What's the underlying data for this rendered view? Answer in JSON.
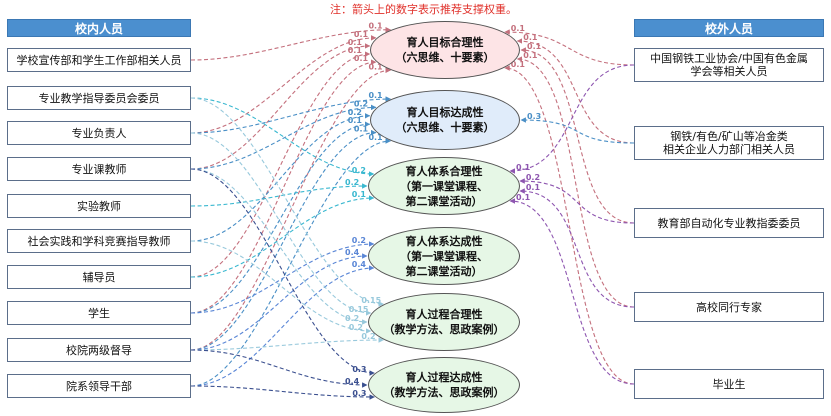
{
  "note": "注：箭头上的数字表示推荐支撑权重。",
  "left_header": "校内人员",
  "right_header": "校外人员",
  "left_boxes": [
    "学校宣传部和学生工作部相关人员",
    "专业教学指导委员会委员",
    "专业负责人",
    "专业课教师",
    "实验教师",
    "社会实践和学科竞赛指导教师",
    "辅导员",
    "学生",
    "校院两级督导",
    "院系领导干部"
  ],
  "right_boxes": [
    [
      "中国钢铁工业协会/中国有色金属",
      "学会等相关人员"
    ],
    [
      "钢铁/有色/矿山等冶金类",
      "相关企业人力部门相关人员"
    ],
    [
      "教育部自动化专业教指委委员"
    ],
    [
      "高校同行专家"
    ],
    [
      "毕业生"
    ]
  ],
  "ellipses": [
    [
      "育人目标合理性",
      "（六思维、十要素）"
    ],
    [
      "育人目标达成性",
      "（六思维、十要素）"
    ],
    [
      "育人体系合理性",
      "（第一课堂课程、",
      "第二课堂活动）"
    ],
    [
      "育人体系达成性",
      "（第一课堂课程、",
      "第二课堂活动）"
    ],
    [
      "育人过程合理性",
      "（教学方法、思政案例）"
    ],
    [
      "育人过程达成性",
      "（教学方法、思政案例）"
    ]
  ],
  "colors": {
    "header_fill": "#4b8fcf",
    "note_text": "#e0302a",
    "targets": [
      "#fde4e6",
      "#e0ecfa",
      "#e6f7e6",
      "#e6f7e6",
      "#e6f7e6",
      "#e6f7e6"
    ],
    "arrows": [
      "#c4707d",
      "#4a8fc6",
      "#3ab8d0",
      "#5a86d6",
      "#98c9dc",
      "#3a4f8f",
      "#8e56b0"
    ]
  },
  "arrows": [
    {
      "from": "L0",
      "to": "E0",
      "w": "0.1",
      "c": 0
    },
    {
      "from": "L2",
      "to": "E0",
      "w": "0.1",
      "c": 0
    },
    {
      "from": "L3",
      "to": "E0",
      "w": "0.1",
      "c": 0
    },
    {
      "from": "L6",
      "to": "E0",
      "w": "0.1",
      "c": 0
    },
    {
      "from": "L7",
      "to": "E0",
      "w": "0.1",
      "c": 0
    },
    {
      "from": "L8",
      "to": "E0",
      "w": "0.1",
      "c": 0
    },
    {
      "from": "R0",
      "to": "E0",
      "w": "0.1",
      "c": 0
    },
    {
      "from": "R1",
      "to": "E0",
      "w": "0.1",
      "c": 0
    },
    {
      "from": "R2",
      "to": "E0",
      "w": "0.1",
      "c": 0
    },
    {
      "from": "R3",
      "to": "E0",
      "w": "0.1",
      "c": 0
    },
    {
      "from": "R4",
      "to": "E0",
      "w": "0.1",
      "c": 0
    },
    {
      "from": "L2",
      "to": "E1",
      "w": "0.1",
      "c": 1
    },
    {
      "from": "L3",
      "to": "E1",
      "w": "0.2",
      "c": 1
    },
    {
      "from": "L5",
      "to": "E1",
      "w": "0.2",
      "c": 1
    },
    {
      "from": "L7",
      "to": "E1",
      "w": "0.1",
      "c": 1
    },
    {
      "from": "L8",
      "to": "E1",
      "w": "0.1",
      "c": 1
    },
    {
      "from": "L9",
      "to": "E1",
      "w": "0.1",
      "c": 1
    },
    {
      "from": "R1",
      "to": "E1",
      "w": "0.3",
      "c": 1
    },
    {
      "from": "L1",
      "to": "E2",
      "w": "0.2",
      "c": 2
    },
    {
      "from": "L4",
      "to": "E2",
      "w": "0.2",
      "c": 2
    },
    {
      "from": "L6",
      "to": "E2",
      "w": "0.1",
      "c": 2
    },
    {
      "from": "R0",
      "to": "E2",
      "w": "0.1",
      "c": 6
    },
    {
      "from": "R2",
      "to": "E2",
      "w": "0.2",
      "c": 6
    },
    {
      "from": "R3",
      "to": "E2",
      "w": "0.1",
      "c": 6
    },
    {
      "from": "R4",
      "to": "E2",
      "w": "0.1",
      "c": 6
    },
    {
      "from": "L7",
      "to": "E3",
      "w": "0.2",
      "c": 3
    },
    {
      "from": "L8",
      "to": "E3",
      "w": "0.4",
      "c": 3
    },
    {
      "from": "L9",
      "to": "E3",
      "w": "0.4",
      "c": 3
    },
    {
      "from": "L1",
      "to": "E4",
      "w": "0.15",
      "c": 4
    },
    {
      "from": "L2",
      "to": "E4",
      "w": "0.15",
      "c": 4
    },
    {
      "from": "L3",
      "to": "E4",
      "w": "0.2",
      "c": 4
    },
    {
      "from": "L5",
      "to": "E4",
      "w": "0.2",
      "c": 4
    },
    {
      "from": "L8",
      "to": "E4",
      "w": "0.2",
      "c": 4
    },
    {
      "from": "L3",
      "to": "E5",
      "w": "0.3",
      "c": 5
    },
    {
      "from": "L8",
      "to": "E5",
      "w": "0.4",
      "c": 5
    },
    {
      "from": "L9",
      "to": "E5",
      "w": "0.3",
      "c": 5
    }
  ]
}
